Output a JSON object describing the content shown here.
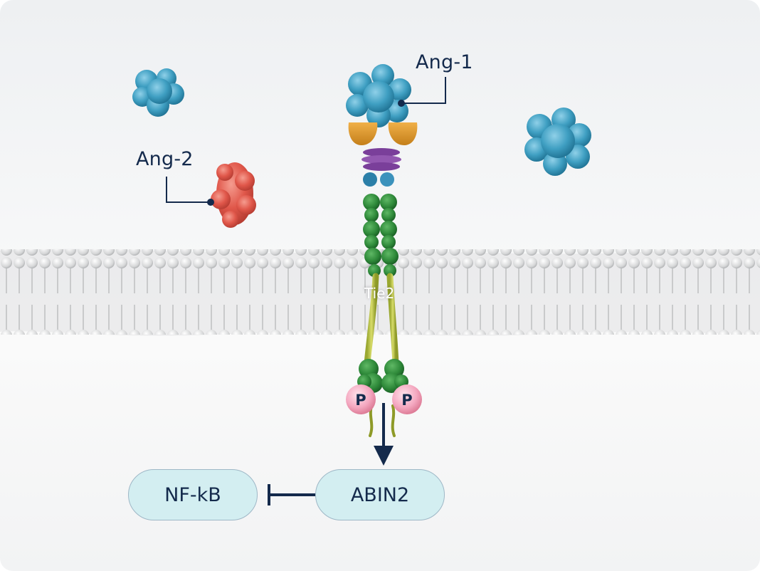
{
  "labels": {
    "ang1": "Ang-1",
    "ang2": "Ang-2",
    "tie2": "Tie2",
    "phospho_left": "P",
    "phospho_right": "P"
  },
  "nodes": {
    "abin2": "ABIN2",
    "nfkb": "NF-kB"
  },
  "colors": {
    "angiopoietin1": "#3f9fc2",
    "angiopoietin2": "#e0574a",
    "receptor_domain": "#2f8a3a",
    "phosphate": "#f4a8c0",
    "node_fill": "#d3eef1",
    "text": "#142a4c"
  },
  "relations": [
    {
      "from": "Tie2",
      "to": "ABIN2",
      "type": "activates"
    },
    {
      "from": "ABIN2",
      "to": "NF-kB",
      "type": "inhibits"
    }
  ]
}
